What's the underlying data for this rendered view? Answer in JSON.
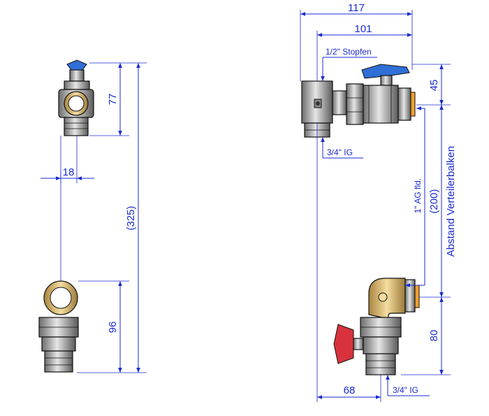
{
  "dimensions": {
    "left_top_height": "77",
    "left_total_height": "(325)",
    "left_width": "18",
    "left_bottom_height": "96",
    "right_total_width": "117",
    "right_width_101": "101",
    "right_top_45": "45",
    "right_spacing": "(200)",
    "right_bottom_80": "80",
    "right_bottom_width": "68"
  },
  "labels": {
    "stopfen": "1/2\" Stopfen",
    "ig_top": "3/4\" IG",
    "ig_bottom": "3/4\" IG",
    "ag_fld": "1\" AG fld.",
    "abstand": "Abstand Verteilerbalken"
  },
  "colors": {
    "dimension": "#1a2bd1",
    "brass": "#e8c98a",
    "steel": "#bdbdbd",
    "handle_blue": "#2f6fd6",
    "handle_red": "#d9323f",
    "orange": "#f0a02a"
  }
}
